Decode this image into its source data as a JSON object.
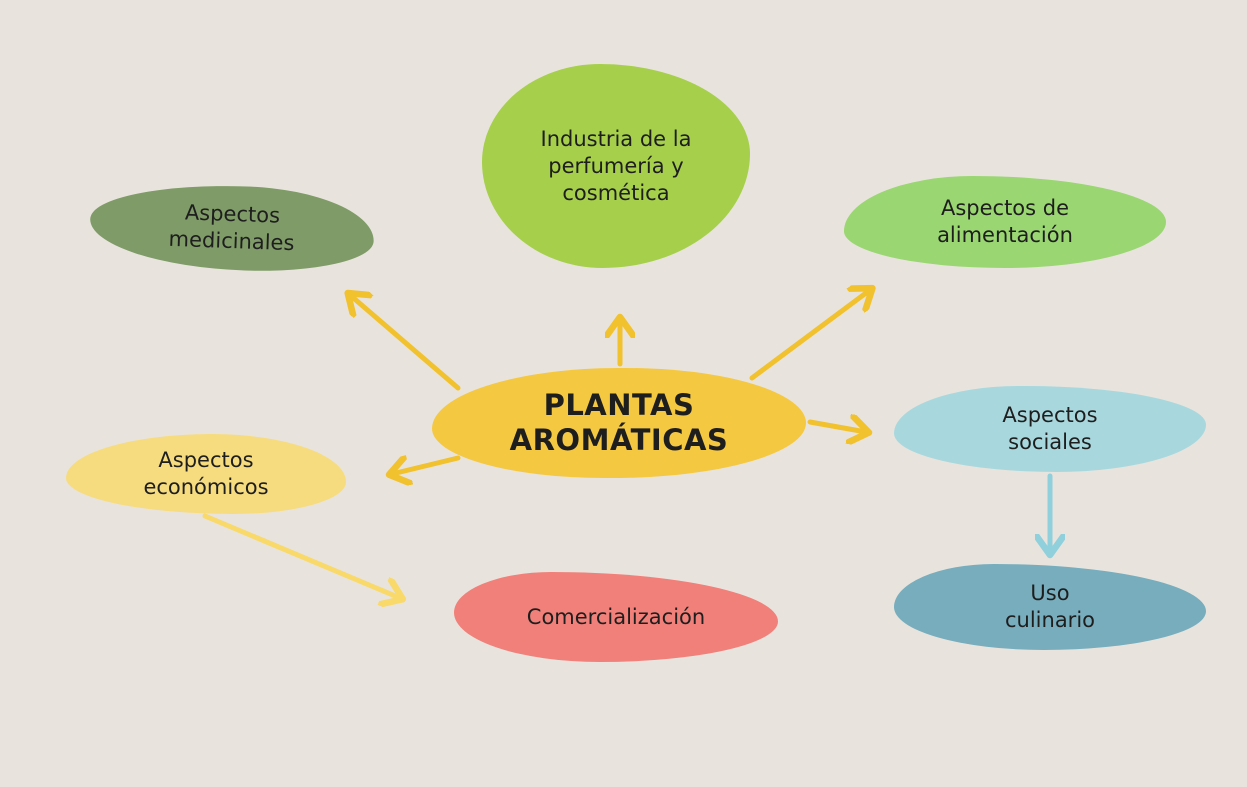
{
  "diagram": {
    "center": {
      "label": "PLANTAS\nAROMÁTICAS",
      "color": "#f5c842"
    },
    "nodes": {
      "medicinales": {
        "label": "Aspectos\nmedicinales",
        "color": "#7f9b67"
      },
      "industria": {
        "label": "Industria de la\nperfumería y\ncosmética",
        "color": "#a6cf4b"
      },
      "alimentacion": {
        "label": "Aspectos de\nalimentación",
        "color": "#9ad672"
      },
      "sociales": {
        "label": "Aspectos\nsociales",
        "color": "#a8d8de"
      },
      "economicos": {
        "label": "Aspectos\neconómicos",
        "color": "#f6dc7f"
      },
      "comercializacion": {
        "label": "Comercialización",
        "color": "#f08079"
      },
      "culinario": {
        "label": "Uso\nculinario",
        "color": "#77adbd"
      }
    },
    "edges": [
      {
        "from": "center",
        "to": "medicinales",
        "color": "#f2c12e"
      },
      {
        "from": "center",
        "to": "industria",
        "color": "#f2c12e"
      },
      {
        "from": "center",
        "to": "alimentacion",
        "color": "#f2c12e"
      },
      {
        "from": "center",
        "to": "sociales",
        "color": "#f2c12e"
      },
      {
        "from": "center",
        "to": "economicos",
        "color": "#f2c12e"
      },
      {
        "from": "economicos",
        "to": "comercializacion",
        "color": "#f8d96a"
      },
      {
        "from": "sociales",
        "to": "culinario",
        "color": "#8fd0dc"
      }
    ]
  }
}
